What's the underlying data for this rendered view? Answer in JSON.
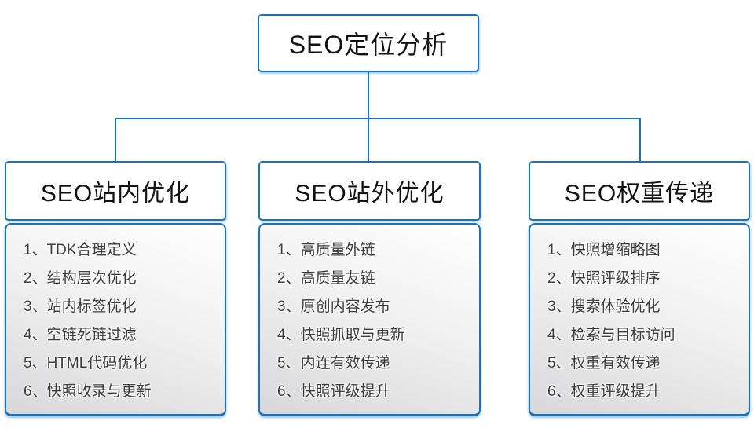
{
  "diagram": {
    "root": {
      "title": "SEO定位分析"
    },
    "branches": [
      {
        "title": "SEO站内优化",
        "items": [
          "1、TDK合理定义",
          "2、结构层次优化",
          "3、站内标签优化",
          "4、空链死链过滤",
          "5、HTML代码优化",
          "6、快照收录与更新"
        ]
      },
      {
        "title": "SEO站外优化",
        "items": [
          "1、高质量外链",
          "2、高质量友链",
          "3、原创内容发布",
          "4、快照抓取与更新",
          "5、内连有效传递",
          "6、快照评级提升"
        ]
      },
      {
        "title": "SEO权重传递",
        "items": [
          "1、快照增缩略图",
          "2、快照评级排序",
          "3、搜索体验优化",
          "4、检索与目标访问",
          "5、权重有效传递",
          "6、权重评级提升"
        ]
      }
    ],
    "colors": {
      "line_blue": "#1a72b8",
      "item_text": "#3b3b3b",
      "panel_gradient_top": "#ffffff",
      "panel_gradient_bottom": "#d8d8da"
    }
  }
}
